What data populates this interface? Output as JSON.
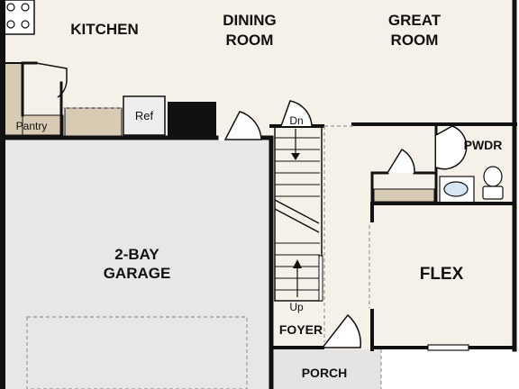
{
  "rooms": {
    "kitchen": "KITCHEN",
    "dining_line1": "DINING",
    "dining_line2": "ROOM",
    "great_line1": "GREAT",
    "great_line2": "ROOM",
    "garage_line1": "2-BAY",
    "garage_line2": "GARAGE",
    "flex": "FLEX",
    "powder": "PWDR",
    "foyer": "FOYER",
    "porch": "PORCH",
    "pantry": "Pantry"
  },
  "fixtures": {
    "refrigerator": "Ref",
    "stairs_down": "Dn",
    "stairs_up": "Up"
  },
  "colors": {
    "living_floor": "#f6f1e8",
    "garage_floor": "#e8e6e7",
    "porch_floor": "#e6e3e3",
    "counter": "#d8cbb3",
    "wall": "#111111"
  }
}
